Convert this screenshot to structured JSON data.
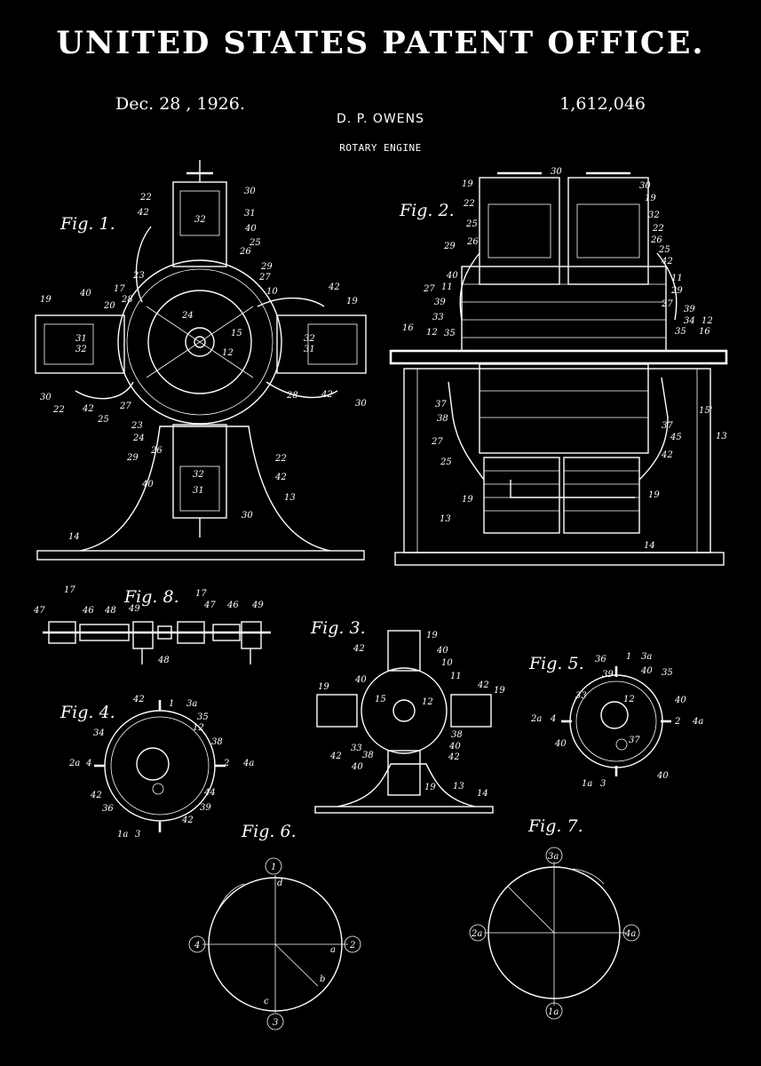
{
  "header": {
    "title": "UNITED STATES PATENT OFFICE.",
    "date": "Dec. 28 , 1926.",
    "patent_number": "1,612,046",
    "inventor": "D. P. OWENS",
    "subject": "ROTARY ENGINE"
  },
  "figures": {
    "fig1": "Fig. 1.",
    "fig2": "Fig. 2.",
    "fig3": "Fig. 3.",
    "fig4": "Fig. 4.",
    "fig5": "Fig. 5.",
    "fig6": "Fig. 6.",
    "fig7": "Fig. 7.",
    "fig8": "Fig. 8."
  },
  "fig6_labels": {
    "top": "1",
    "right": "2",
    "bottom": "3",
    "left": "4",
    "a": "a",
    "b": "b",
    "c": "c",
    "d": "d"
  },
  "fig7_labels": {
    "top": "3a",
    "right": "4a",
    "bottom": "1a",
    "left": "2a"
  },
  "colors": {
    "background": "#000000",
    "ink": "#ffffff"
  }
}
